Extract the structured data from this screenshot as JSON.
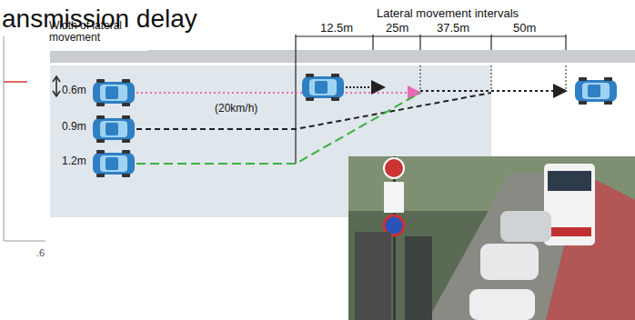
{
  "diagram": {
    "title": "ansmission delay",
    "labels": [
      "Lateral movement intervals",
      "12.5m",
      "25m",
      "37.5m",
      "50m",
      "Width of lateral movement",
      "0.6m",
      "0.9m",
      "1.2m",
      "(20km/h)",
      ".6"
    ]
  }
}
